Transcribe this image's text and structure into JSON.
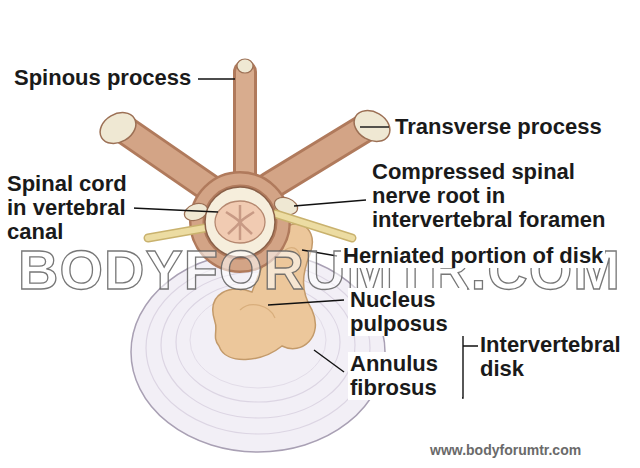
{
  "diagram": {
    "labels": [
      "Spinous process",
      "Transverse process",
      "Spinal cord in vertebral canal",
      "Compressed spinal nerve root in intervertebral foramen",
      "Herniated portion of disk",
      "Nucleus pulposus",
      "Annulus fibrosus",
      "Intervertebral disk",
      "BODYFORUMTR.COM",
      "www.bodyforumtr.com"
    ]
  }
}
